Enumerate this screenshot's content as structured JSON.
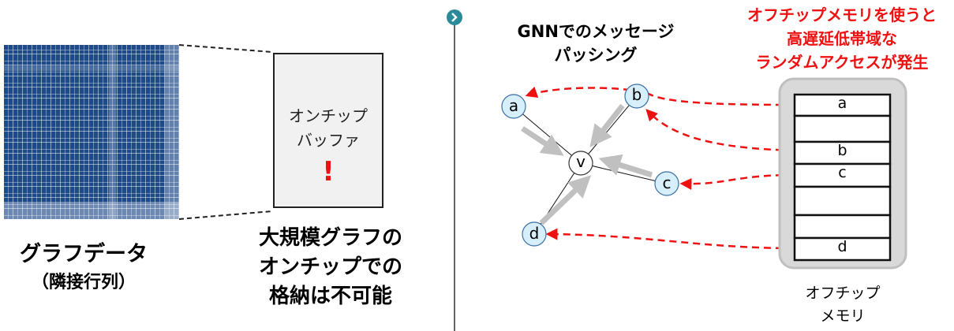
{
  "left": {
    "matrix_label_1": "グラフデータ",
    "matrix_label_2": "（隣接行列）",
    "buffer_text_1": "オンチップ",
    "buffer_text_2": "バッファ",
    "buffer_alert": "!",
    "caption": [
      "大規模グラフの",
      "オンチップでの",
      "格納は不可能"
    ]
  },
  "right": {
    "title": [
      "GNNでのメッセージ",
      "パッシング"
    ],
    "warning": [
      "オフチップメモリを使うと",
      "高遅延低帯域な",
      "ランダムアクセスが発生"
    ],
    "nodes": {
      "a": "a",
      "b": "b",
      "c": "c",
      "d": "d",
      "v": "v"
    },
    "memory_rows": [
      "a",
      "",
      "b",
      "c",
      "",
      "",
      "d"
    ],
    "memory_label": [
      "オフチップ",
      "メモリ"
    ]
  },
  "colors": {
    "accent_red": "#ee1111",
    "node_fill": "#d7effb",
    "node_stroke": "#3a6ea5",
    "matrix_blue": "#1e4a8a",
    "teal": "#2a8a9a"
  }
}
